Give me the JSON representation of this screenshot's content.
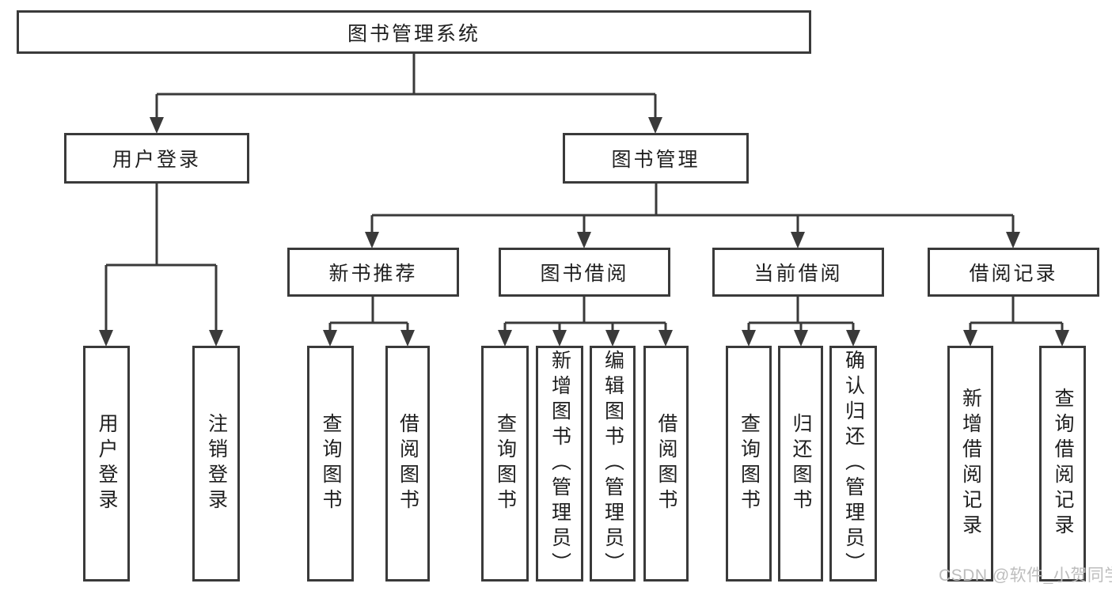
{
  "colors": {
    "line": "#3a3a3a",
    "text": "#1f1f1f",
    "watermark": "#bdbdbd",
    "background": "#ffffff"
  },
  "nodes": {
    "root": {
      "label": "图书管理系统"
    },
    "level2": [
      {
        "label": "用户登录"
      },
      {
        "label": "图书管理"
      }
    ],
    "level3": [
      {
        "label": "新书推荐"
      },
      {
        "label": "图书借阅"
      },
      {
        "label": "当前借阅"
      },
      {
        "label": "借阅记录"
      }
    ],
    "leaves": [
      {
        "label": "用户登录"
      },
      {
        "label": "注销登录"
      },
      {
        "label": "查询图书"
      },
      {
        "label": "借阅图书"
      },
      {
        "label": "查询图书"
      },
      {
        "label": "新增图书（管理员）"
      },
      {
        "label": "编辑图书（管理员）"
      },
      {
        "label": "借阅图书"
      },
      {
        "label": "查询图书"
      },
      {
        "label": "归还图书"
      },
      {
        "label": "确认归还（管理员）"
      },
      {
        "label": "新增借阅记录"
      },
      {
        "label": "查询借阅记录"
      }
    ]
  },
  "watermark": {
    "text": "CSDN @软件_小贺同学"
  }
}
